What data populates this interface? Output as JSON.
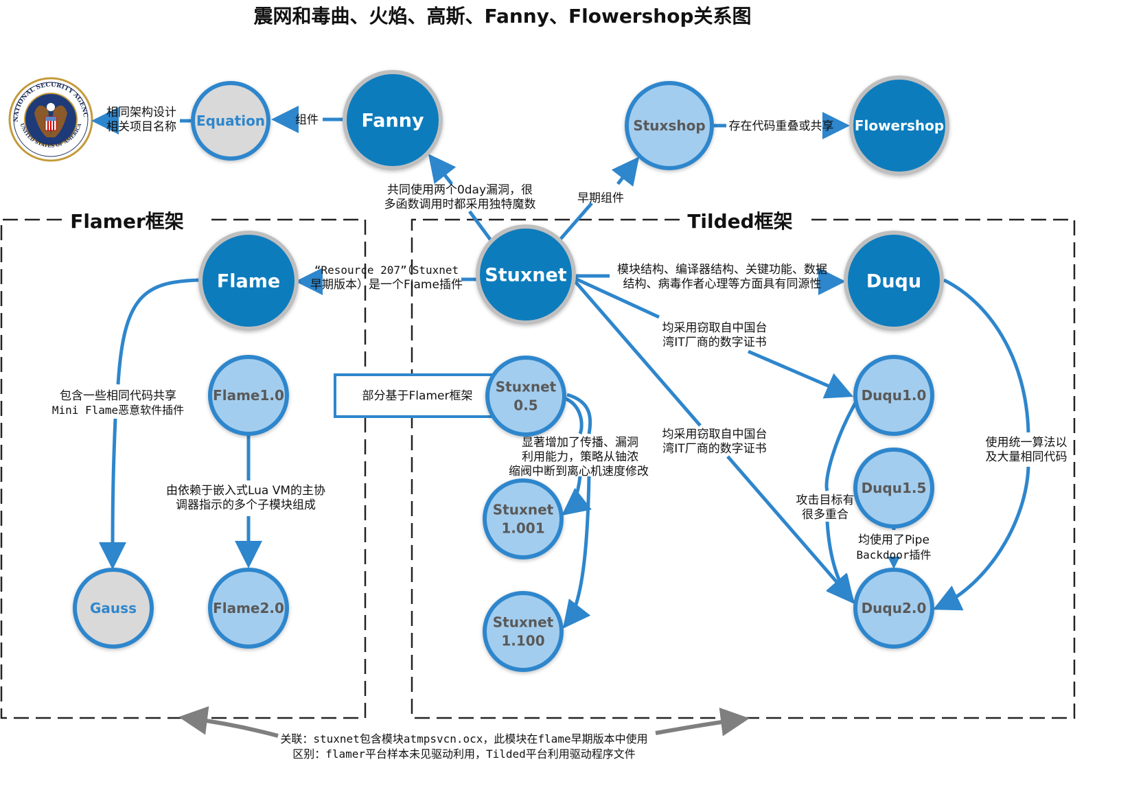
{
  "title": "震网和毒曲、火焰、高斯、Fanny、Flowershop关系图",
  "colors": {
    "dark_node": "#0a7bbd",
    "light_node": "#a3cdee",
    "gray_node": "#d9d9d9",
    "edge": "#2e86cc",
    "ring_gray": "#bfbfbf",
    "arrow_gray": "#7f7f7f"
  },
  "frames": {
    "flamer": "Flamer框架",
    "tilded": "Tilded框架"
  },
  "logo": {
    "name": "NSA seal",
    "top_text": "NATIONAL SECURITY AGENCY",
    "bottom_text": "UNITED STATES OF AMERICA"
  },
  "nodes": {
    "equation": "Equation",
    "fanny": "Fanny",
    "stuxshop": "Stuxshop",
    "flowershop": "Flowershop",
    "flame": "Flame",
    "stuxnet": "Stuxnet",
    "duqu": "Duqu",
    "flame10": "Flame1.0",
    "flame20": "Flame2.0",
    "gauss": "Gauss",
    "stuxnet05": [
      "Stuxnet",
      "0.5"
    ],
    "stuxnet1001": [
      "Stuxnet",
      "1.001"
    ],
    "stuxnet1100": [
      "Stuxnet",
      "1.100"
    ],
    "duqu10": "Duqu1.0",
    "duqu15": "Duqu1.5",
    "duqu20": "Duqu2.0"
  },
  "edges": {
    "equation_to_nsa": [
      "相同架构设计",
      "相关项目名称"
    ],
    "fanny_to_equation": "组件",
    "stuxshop_to_flowershop": "存在代码重叠或共享",
    "stuxnet_to_fanny": [
      "共同使用两个0day漏洞，很",
      "多函数调用时都采用独特魔数"
    ],
    "stuxnet_to_stuxshop": "早期组件",
    "stuxnet_to_flame": [
      "“Resource 207”（Stuxnet",
      "早期版本）是一个Flame插件"
    ],
    "stuxnet_to_duqu": [
      "模块结构、编译器结构、关键功能、数据",
      "结构、病毒作者心理等方面具有同源性"
    ],
    "stuxnet_to_duqu10": [
      "均采用窃取自中国台",
      "湾IT厂商的数字证书"
    ],
    "stuxnet_to_duqu20": [
      "均采用窃取自中国台",
      "湾IT厂商的数字证书"
    ],
    "flame_to_gauss": [
      "包含一些相同代码共享",
      "Mini Flame恶意软件插件"
    ],
    "flame10_to_flame20": [
      "由依赖于嵌入式Lua VM的主协",
      "调器指示的多个子模块组成"
    ],
    "stuxnet05_box": "部分基于Flamer框架",
    "stuxnet05_to_later": [
      "显著增加了传播、漏洞",
      "利用能力，策略从铀浓",
      "缩阀中断到离心机速度修改"
    ],
    "duqu10_to_duqu20": [
      "攻击目标有",
      "很多重合"
    ],
    "duqu15_to_duqu20": [
      "均使用了Pipe",
      "Backdoor插件"
    ],
    "duqu_to_duqu20": [
      "使用统一算法以",
      "及大量相同代码"
    ]
  },
  "footer": [
    "关联：stuxnet包含模块atmpsvcn.ocx，此模块在flame早期版本中使用",
    "区别：flamer平台样本未见驱动利用，Tilded平台利用驱动程序文件"
  ]
}
